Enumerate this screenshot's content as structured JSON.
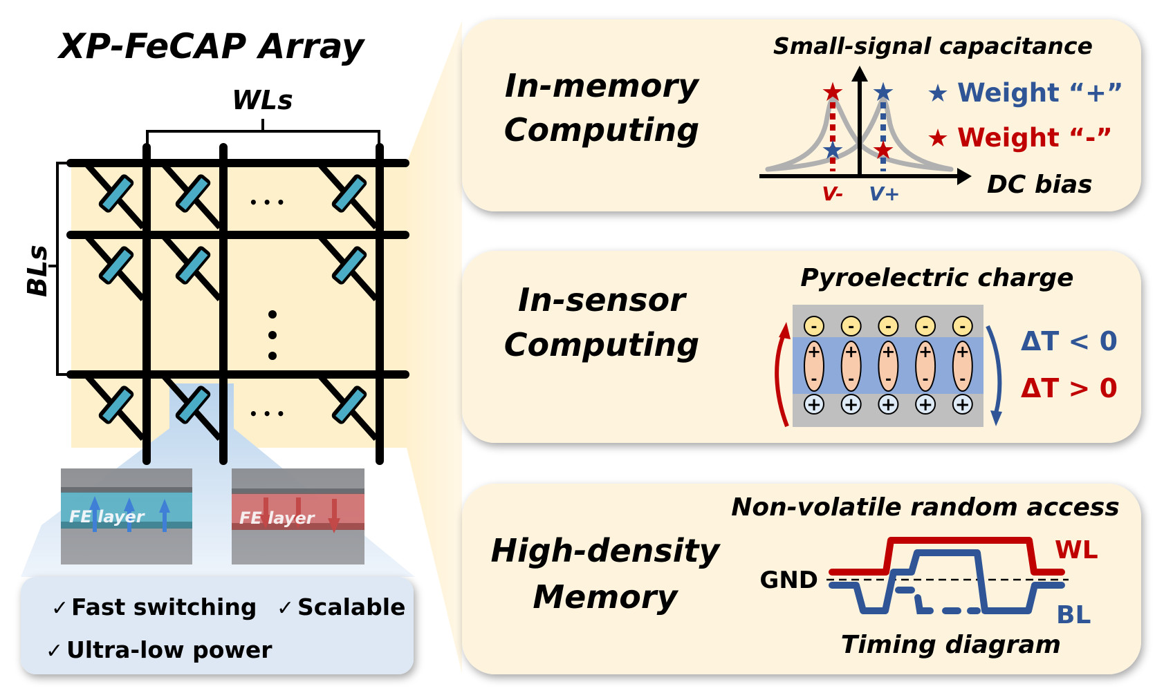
{
  "left": {
    "title": "XP-FeCAP Array",
    "wl_label": "WLs",
    "bl_label": "BLs",
    "ellipsis_h": "• • •",
    "fe_boxes": [
      {
        "label": "FE layer",
        "polarization": "up",
        "color": "#5bb8cf"
      },
      {
        "label": "FE layer",
        "polarization": "down",
        "color": "#e07070"
      }
    ],
    "features": [
      {
        "check": "✓",
        "label": "Fast switching"
      },
      {
        "check": "✓",
        "label": "Scalable"
      },
      {
        "check": "✓",
        "label": "Ultra-low power"
      }
    ]
  },
  "panels": [
    {
      "title_line1": "In-memory",
      "title_line2": "Computing",
      "figure_title": "Small-signal capacitance",
      "x_axis_label": "DC bias",
      "tick_neg": "V-",
      "tick_pos": "V+",
      "legend": [
        {
          "symbol": "★",
          "label": "Weight “+”",
          "color": "#2f5597"
        },
        {
          "symbol": "★",
          "label": "Weight “-”",
          "color": "#c00000"
        }
      ]
    },
    {
      "title_line1": "In-sensor",
      "title_line2": "Computing",
      "figure_title": "Pyroelectric charge",
      "top_charge": "-",
      "dipole_top": "+",
      "dipole_bottom": "-",
      "bottom_charge": "+",
      "dipole_count": 5,
      "labels": [
        {
          "text": "ΔT < 0",
          "color": "#2f5597"
        },
        {
          "text": "ΔT > 0",
          "color": "#c00000"
        }
      ]
    },
    {
      "title_line1": "High-density",
      "title_line2": "Memory",
      "figure_title": "Non-volatile random access",
      "gnd_label": "GND",
      "wl_label": "WL",
      "bl_label": "BL",
      "caption": "Timing diagram"
    }
  ],
  "colors": {
    "panel_bg": "#fef4de",
    "array_bg": "#fff0cc",
    "cap_blue": "#4bacc6",
    "red": "#c00000",
    "blue": "#2f5597",
    "features_bg": "#dde8f4"
  }
}
